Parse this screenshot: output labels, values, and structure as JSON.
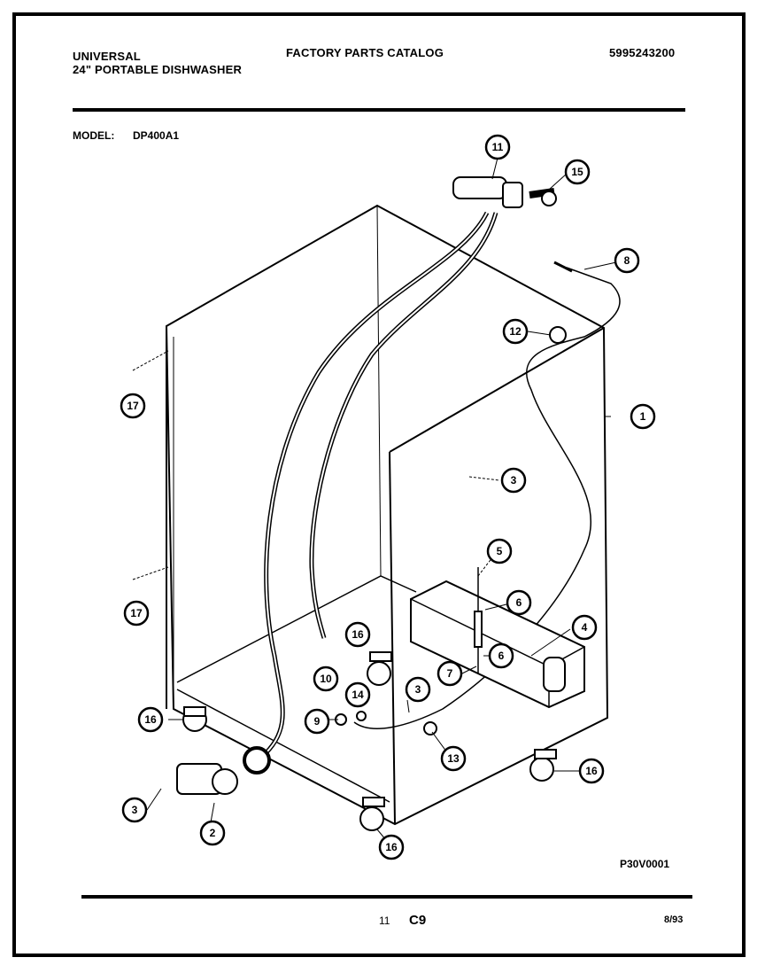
{
  "header": {
    "brand": "UNIVERSAL",
    "product": "24\" PORTABLE DISHWASHER",
    "catalog": "FACTORY PARTS CATALOG",
    "catalog_number": "5995243200",
    "model_label": "MODEL:",
    "model_value": "DP400A1"
  },
  "diagram": {
    "figure_id": "P30V0001",
    "callouts": [
      "11",
      "15",
      "8",
      "12",
      "1",
      "17",
      "3",
      "17",
      "5",
      "6",
      "4",
      "16",
      "6",
      "7",
      "10",
      "14",
      "3",
      "9",
      "13",
      "16",
      "3",
      "2",
      "16",
      "16"
    ]
  },
  "footer": {
    "page_number": "11",
    "section": "C9",
    "date": "8/93"
  }
}
